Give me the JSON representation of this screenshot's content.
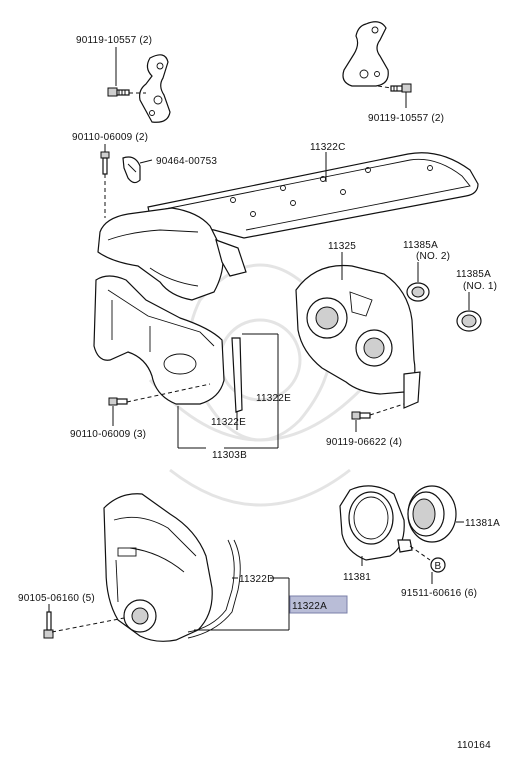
{
  "labels": {
    "bolt_top_left": "90119-10557 (2)",
    "bolt_top_right": "90119-10557 (2)",
    "bolt_upper_cover": "90110-06009 (2)",
    "clip": "90464-00753",
    "top_cover": "11322C",
    "rear_plate": "11325",
    "seal_no2": "11385A",
    "seal_no2_sub": "(NO. 2)",
    "seal_no1": "11385A",
    "seal_no1_sub": "(NO. 1)",
    "gasket_e_upper": "11322E",
    "bolt_middle": "90110-06009 (3)",
    "gasket_e_lower": "11322E",
    "cover_no2": "11303B",
    "bolt_rear_plate": "90119-06622 (4)",
    "oil_seal": "11381A",
    "seal_retainer": "11381",
    "plug_callout": "B",
    "plug": "91511-60616 (6)",
    "gasket_d": "11322D",
    "gasket_a": "11322A",
    "bolt_lower": "90105-06160 (5)",
    "diagram_id": "110164"
  },
  "colors": {
    "highlight_fill": "#b9bdd7",
    "line": "#111111"
  }
}
